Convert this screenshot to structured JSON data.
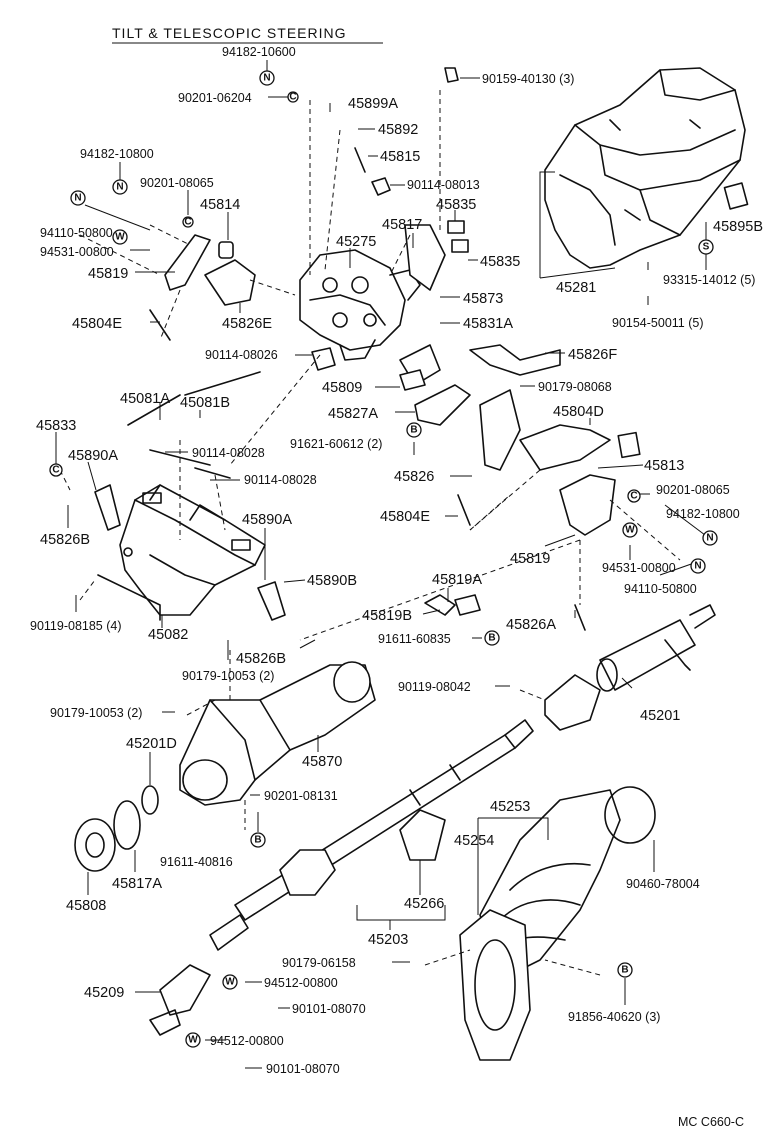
{
  "title": "TILT & TELESCOPIC  STEERING",
  "footer": "MC  C660-C",
  "badges": {
    "n": "N",
    "w": "W",
    "b": "B",
    "c": "C",
    "s": "S"
  },
  "labels": {
    "p94182_10600": "94182-10600",
    "p90201_06204": "90201-06204",
    "p90159_40130": "90159-40130 (3)",
    "p45899A": "45899A",
    "p45892": "45892",
    "p45815": "45815",
    "p94182_10800a": "94182-10800",
    "p90201_08065a": "90201-08065",
    "p90114_08013": "90114-08013",
    "p45814": "45814",
    "p45817": "45817",
    "p45835a": "45835",
    "p45895B": "45895B",
    "p94110_50800a": "94110-50800",
    "p94531_00800a": "94531-00800",
    "p45275": "45275",
    "p45835b": "45835",
    "p45819a": "45819",
    "p45281": "45281",
    "p93315_14012": "93315-14012 (5)",
    "p45873": "45873",
    "p45804Ea": "45804E",
    "p45826E": "45826E",
    "p45831A": "45831A",
    "p90154_50011": "90154-50011 (5)",
    "p90114_08026": "90114-08026",
    "p45826F": "45826F",
    "p45809": "45809",
    "p90179_08068": "90179-08068",
    "p45081A": "45081A",
    "p45081B": "45081B",
    "p45827A": "45827A",
    "p45804D": "45804D",
    "p45833": "45833",
    "p91621_60612": "91621-60612 (2)",
    "p90114_08028a": "90114-08028",
    "p45890Aa": "45890A",
    "p45826": "45826",
    "p45813": "45813",
    "p90114_08028b": "90114-08028",
    "p90201_08065b": "90201-08065",
    "p45826B": "45826B",
    "p45804Eb": "45804E",
    "p94182_10800b": "94182-10800",
    "p45890Ab": "45890A",
    "p45819b": "45819",
    "p94531_00800b": "94531-00800",
    "p45890B": "45890B",
    "p94110_50800b": "94110-50800",
    "p90119_08185": "90119-08185 (4)",
    "p45082": "45082",
    "p45819A": "45819A",
    "p45819B": "45819B",
    "p45826A": "45826A",
    "p45826Bb": "45826B",
    "p91611_60835": "91611-60835",
    "p90179_10053a": "90179-10053 (2)",
    "p90119_08042": "90119-08042",
    "p45201": "45201",
    "p90179_10053b": "90179-10053 (2)",
    "p45870": "45870",
    "p45201D": "45201D",
    "p90201_08131": "90201-08131",
    "p45253": "45253",
    "p91611_40816": "91611-40816",
    "p45254": "45254",
    "p45808": "45808",
    "p45817A": "45817A",
    "p90460_78004": "90460-78004",
    "p45266": "45266",
    "p45203": "45203",
    "p90179_06158": "90179-06158",
    "p45209": "45209",
    "p94512_00800a": "94512-00800",
    "p90101_08070a": "90101-08070",
    "p91856_40620": "91856-40620 (3)",
    "p94512_00800b": "94512-00800",
    "p90101_08070b": "90101-08070"
  }
}
